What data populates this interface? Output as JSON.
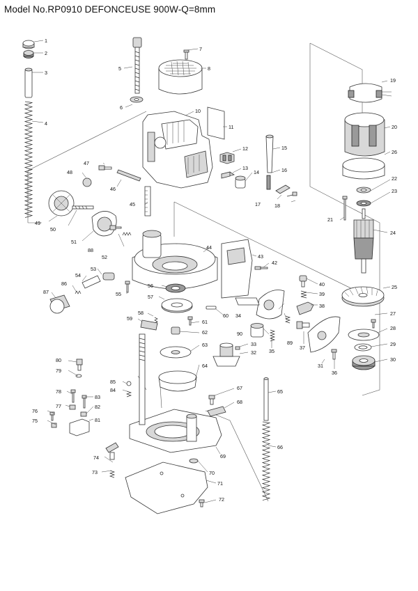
{
  "title": "Model No.RP0910 DEFONCEUSE 900W-Q=8mm",
  "parts": [
    {
      "no": "1"
    },
    {
      "no": "2"
    },
    {
      "no": "3"
    },
    {
      "no": "4"
    },
    {
      "no": "5"
    },
    {
      "no": "6"
    },
    {
      "no": "7"
    },
    {
      "no": "8"
    },
    {
      "no": "10"
    },
    {
      "no": "11"
    },
    {
      "no": "12"
    },
    {
      "no": "13"
    },
    {
      "no": "14"
    },
    {
      "no": "15"
    },
    {
      "no": "16"
    },
    {
      "no": "17"
    },
    {
      "no": "18"
    },
    {
      "no": "19"
    },
    {
      "no": "20"
    },
    {
      "no": "21"
    },
    {
      "no": "22"
    },
    {
      "no": "23"
    },
    {
      "no": "24"
    },
    {
      "no": "25"
    },
    {
      "no": "26"
    },
    {
      "no": "27"
    },
    {
      "no": "28"
    },
    {
      "no": "29"
    },
    {
      "no": "30"
    },
    {
      "no": "31"
    },
    {
      "no": "32"
    },
    {
      "no": "33"
    },
    {
      "no": "34"
    },
    {
      "no": "35"
    },
    {
      "no": "36"
    },
    {
      "no": "37"
    },
    {
      "no": "38"
    },
    {
      "no": "39"
    },
    {
      "no": "40"
    },
    {
      "no": "42"
    },
    {
      "no": "43"
    },
    {
      "no": "44"
    },
    {
      "no": "45"
    },
    {
      "no": "46"
    },
    {
      "no": "47"
    },
    {
      "no": "48"
    },
    {
      "no": "49"
    },
    {
      "no": "50"
    },
    {
      "no": "51"
    },
    {
      "no": "52"
    },
    {
      "no": "53"
    },
    {
      "no": "54"
    },
    {
      "no": "55"
    },
    {
      "no": "56"
    },
    {
      "no": "57"
    },
    {
      "no": "58"
    },
    {
      "no": "59"
    },
    {
      "no": "60"
    },
    {
      "no": "61"
    },
    {
      "no": "62"
    },
    {
      "no": "63"
    },
    {
      "no": "64"
    },
    {
      "no": "65"
    },
    {
      "no": "66"
    },
    {
      "no": "67"
    },
    {
      "no": "68"
    },
    {
      "no": "69"
    },
    {
      "no": "70"
    },
    {
      "no": "71"
    },
    {
      "no": "72"
    },
    {
      "no": "73"
    },
    {
      "no": "74"
    },
    {
      "no": "75"
    },
    {
      "no": "76"
    },
    {
      "no": "77"
    },
    {
      "no": "78"
    },
    {
      "no": "79"
    },
    {
      "no": "80"
    },
    {
      "no": "81"
    },
    {
      "no": "82"
    },
    {
      "no": "83"
    },
    {
      "no": "84"
    },
    {
      "no": "85"
    },
    {
      "no": "86"
    },
    {
      "no": "87"
    },
    {
      "no": "88"
    },
    {
      "no": "89"
    },
    {
      "no": "90"
    }
  ]
}
